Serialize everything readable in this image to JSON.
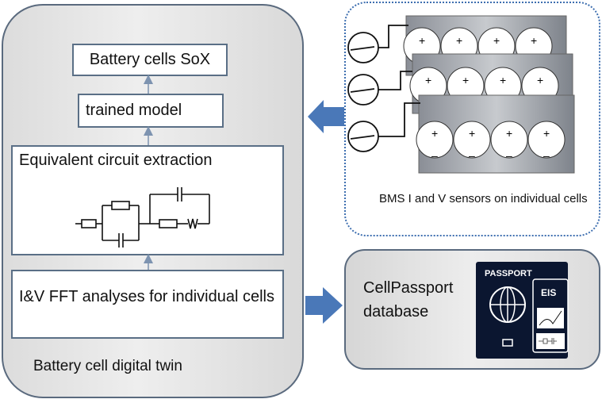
{
  "digital_twin": {
    "title": "Battery cell digital twin",
    "sox_box": "Battery cells SoX",
    "model_box": "trained model",
    "ec_box": "Equivalent circuit extraction",
    "fft_box": "I&V FFT analyses for individual cells"
  },
  "bms": {
    "caption": "BMS I and V sensors on individual cells"
  },
  "cellpassport": {
    "title": "CellPassport database",
    "passport_word": "PASSPORT",
    "eis_word": "EIS"
  },
  "colors": {
    "arrow": "#4a78b8",
    "panel_border": "#5a6a7e",
    "box_border": "#5a6f86",
    "passport_bg": "#0b1630"
  }
}
